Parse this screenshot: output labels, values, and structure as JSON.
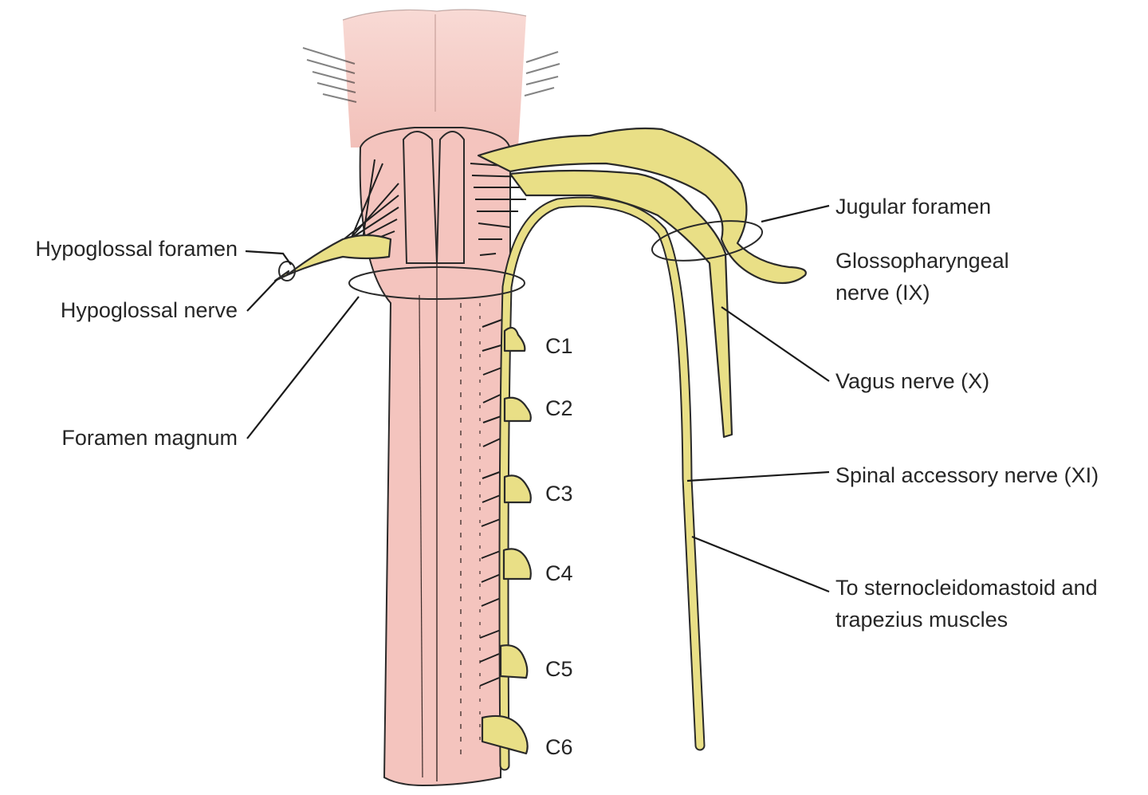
{
  "labels": {
    "hypoglossal_foramen": "Hypoglossal foramen",
    "hypoglossal_nerve": "Hypoglossal nerve",
    "foramen_magnum": "Foramen magnum",
    "jugular_foramen": "Jugular foramen",
    "glossopharyngeal_line1": "Glossopharyngeal",
    "glossopharyngeal_line2": "nerve (IX)",
    "vagus": "Vagus nerve (X)",
    "spinal_accessory": "Spinal accessory nerve (XI)",
    "muscles_line1": "To sternocleidomastoid and",
    "muscles_line2": "trapezius muscles"
  },
  "segments": [
    "C1",
    "C2",
    "C3",
    "C4",
    "C5",
    "C6"
  ],
  "colors": {
    "spinal_cord": "#f4c4be",
    "brainstem": "#f6d2cc",
    "nerve": "#e9df86",
    "outline": "#2a2a2a",
    "text": "#262626"
  }
}
